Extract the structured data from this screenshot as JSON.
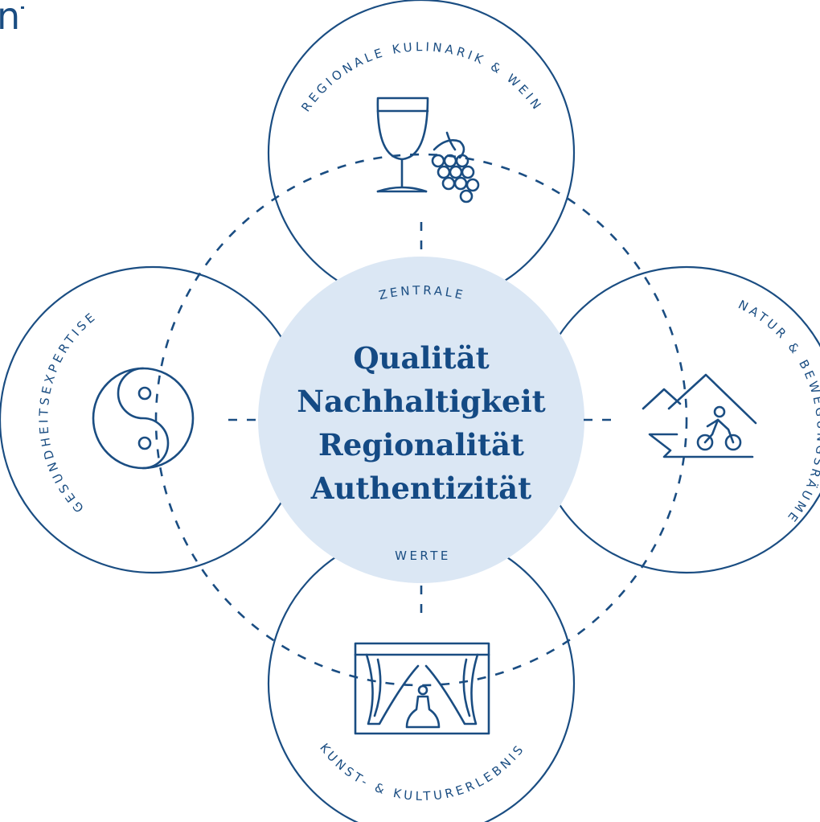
{
  "logo_fragment": "n",
  "center": {
    "top_label": "ZENTRALE",
    "bottom_label": "WERTE",
    "values": [
      "Qualität",
      "Nachhaltigkeit",
      "Regionalität",
      "Authentizität"
    ],
    "fill_color": "#dbe7f4"
  },
  "circles": {
    "top": {
      "label": "REGIONALE KULINARIK & WEIN",
      "icon": "wine-glass-grapes-icon"
    },
    "right": {
      "label": "NATUR & BEWEGUNGSRÄUME",
      "icon": "mountain-cyclist-icon"
    },
    "bottom": {
      "label": "KUNST- & KULTURERLEBNIS",
      "icon": "theater-stage-icon"
    },
    "left": {
      "label": "GESUNDHEITSEXPERTISE",
      "icon": "yin-yang-icon"
    }
  },
  "colors": {
    "primary": "#1a4d82",
    "center_fill": "#dbe7f4"
  }
}
